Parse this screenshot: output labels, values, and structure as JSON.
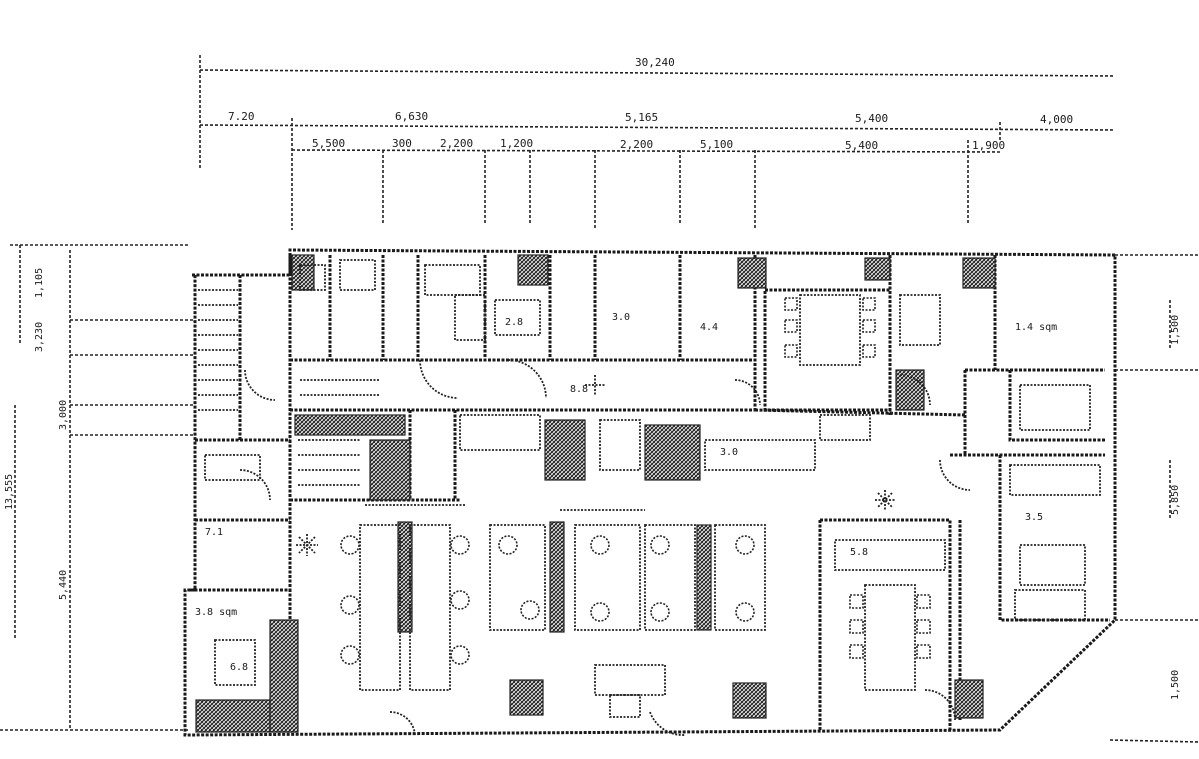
{
  "dimensions": {
    "top_overall": "30,240",
    "top_row2": [
      "7.20",
      "6,630",
      "5,165",
      "5,400",
      "4,000"
    ],
    "top_row3": [
      "5,500",
      "300",
      "2,200",
      "1,200",
      "2,200",
      "5,100",
      "5,400",
      "1,900"
    ],
    "left": [
      "1,105",
      "3,230",
      "3,000",
      "13,555",
      "5,440"
    ],
    "right": [
      "1,500",
      "5,850",
      "1,500"
    ]
  },
  "room_labels": [
    "1.4 sqm",
    "3.8 sqm",
    "6.8",
    "3.0",
    "4.4",
    "8.8",
    "7.1",
    "5.8",
    "3.5",
    "3.0",
    "2.8"
  ]
}
